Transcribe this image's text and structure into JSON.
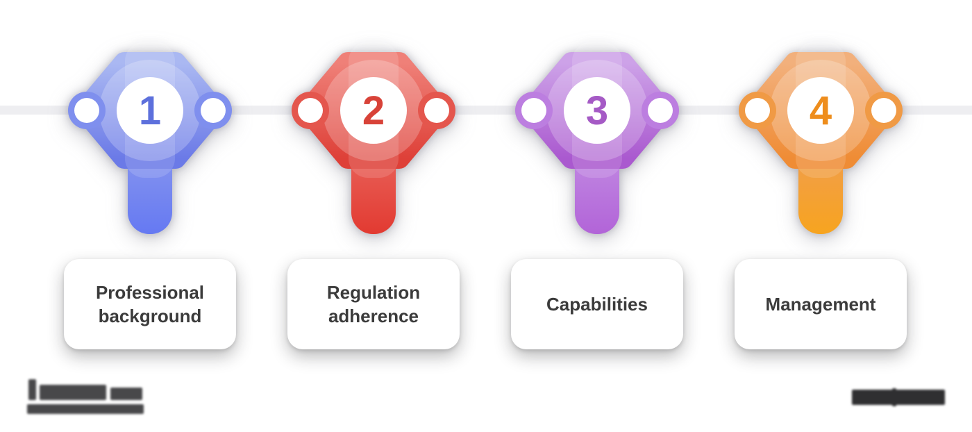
{
  "background": "#ffffff",
  "timeline": {
    "line_color": "#eeeef1"
  },
  "steps": [
    {
      "number": "1",
      "label": "Professional background",
      "colors": {
        "light": "#aab8f2",
        "dark": "#6b7ae7",
        "tab": "#7f8fee",
        "tail_top": "#8997ee",
        "tail_bottom": "#6579f2",
        "number": "#5d70dc"
      }
    },
    {
      "number": "2",
      "label": "Regulation adherence",
      "colors": {
        "light": "#ef8078",
        "dark": "#de4038",
        "tab": "#e4564d",
        "tail_top": "#e9655d",
        "tail_bottom": "#e23a31",
        "number": "#d84238"
      }
    },
    {
      "number": "3",
      "label": "Capabilities",
      "colors": {
        "light": "#cda2e8",
        "dark": "#aa59cf",
        "tab": "#bc7ee0",
        "tail_top": "#c28ce3",
        "tail_bottom": "#b264d8",
        "number": "#a55ac5"
      }
    },
    {
      "number": "4",
      "label": "Management",
      "colors": {
        "light": "#f2b07c",
        "dark": "#ef8c35",
        "tab": "#f09a45",
        "tail_top": "#f09d50",
        "tail_bottom": "#f7a41f",
        "number": "#ee8d1c"
      }
    }
  ],
  "watermarks": {
    "left_logo": {
      "legible": false
    },
    "right_logo": {
      "legible": false
    }
  }
}
